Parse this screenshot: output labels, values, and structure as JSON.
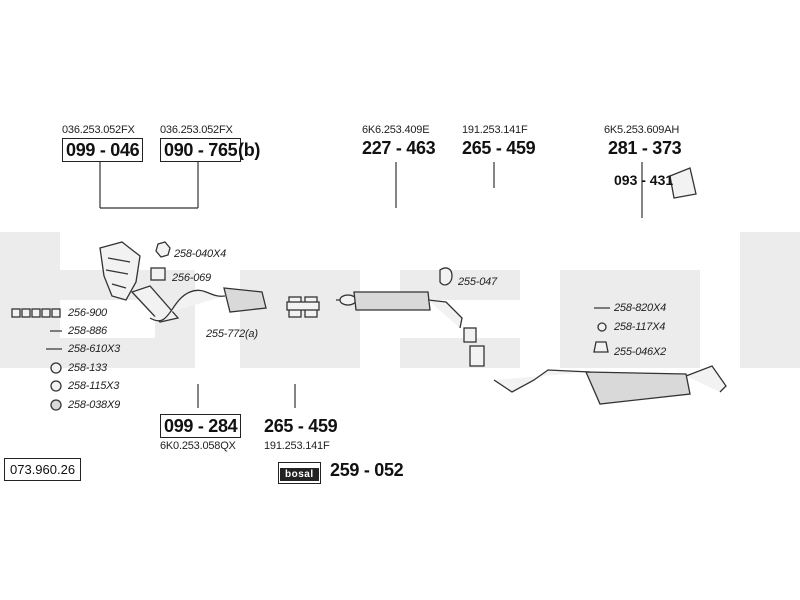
{
  "watermark": "bosal",
  "diagram_ref": "073.960.26",
  "top_labels": [
    {
      "oem": "036.253.052FX",
      "part": "099 - 046",
      "suffix": ""
    },
    {
      "oem": "036.253.052FX",
      "part": "090 - 765",
      "suffix": "(b)"
    },
    {
      "oem": "6K6.253.409E",
      "part": "227 - 463",
      "suffix": ""
    },
    {
      "oem": "191.253.141F",
      "part": "265 - 459",
      "suffix": ""
    },
    {
      "oem": "6K5.253.609AH",
      "part": "281 - 373",
      "suffix": ""
    }
  ],
  "bracket_part": "093 - 431",
  "bottom_labels": [
    {
      "part": "099 - 284",
      "oem": "6K0.253.058QX"
    },
    {
      "part": "265 - 459",
      "oem": "191.253.141F"
    }
  ],
  "logo_part": {
    "logo_text": "bosal",
    "part": "259 - 052"
  },
  "left_accessories": [
    "256-900",
    "258-886",
    "258-610X3",
    "258-133",
    "258-115X3",
    "258-038X9"
  ],
  "callouts": {
    "nut": "258-040X4",
    "gasket": "256-069",
    "clamp_front": "255-772(a)",
    "hanger_mid": "255-047",
    "bolts_rear": "258-820X4",
    "ring_rear": "258-117X4",
    "hanger_rear": "255-046X2"
  }
}
